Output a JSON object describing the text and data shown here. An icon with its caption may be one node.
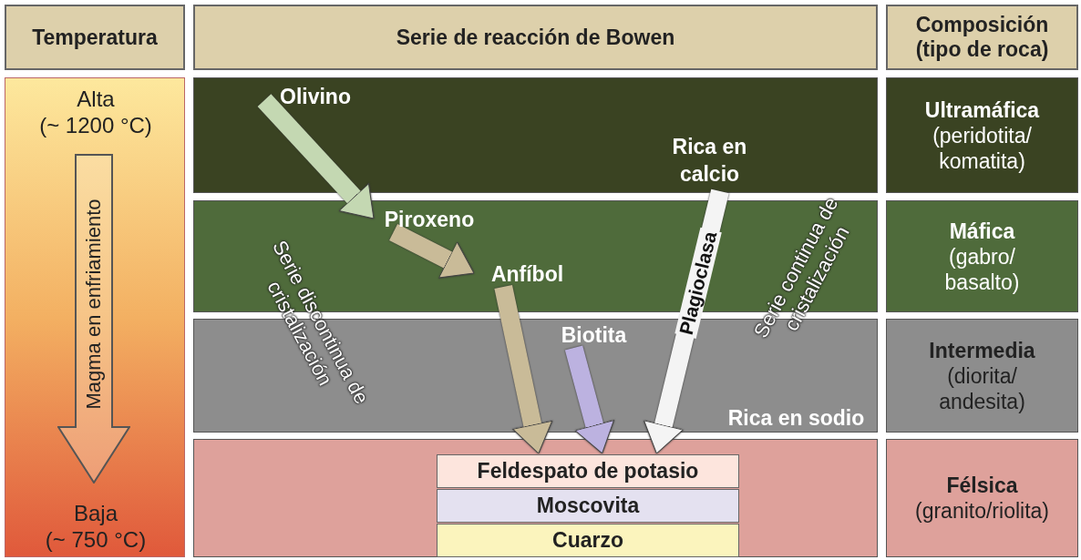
{
  "diagram": {
    "nodes": [
      {
        "text": [
          "Temperatura"
        ]
      },
      {
        "text": [
          "Serie de reacción de Bowen"
        ]
      },
      {
        "text": [
          "Composición (tipo de roca)"
        ]
      },
      {
        "text": [
          "Alta (~ 1200 °C)",
          "Baja (~ 750 °C)"
        ]
      },
      {
        "text": [
          "Magma en enfriamiento"
        ],
        "in": 3
      },
      {
        "text": [],
        "shape": "band"
      },
      {
        "text": [
          "Olivino"
        ],
        "in": 5
      },
      {
        "text": [
          "Rica en calcio"
        ],
        "in": 5
      },
      {
        "text": [
          "Ultramáfica",
          "(peridotita/ komatita)"
        ]
      },
      {
        "text": [],
        "shape": "band"
      },
      {
        "text": [
          "Piroxeno"
        ],
        "in": 9
      },
      {
        "text": [
          "Anfíbol"
        ],
        "in": 9
      },
      {
        "text": [
          "Máfica",
          "(gabro/ basalto)"
        ]
      },
      {
        "text": [],
        "shape": "band"
      },
      {
        "text": [
          "Biotita"
        ],
        "in": 13
      },
      {
        "text": [
          "Rica en sodio"
        ],
        "in": 13
      },
      {
        "text": [
          "Intermedia",
          "(diorita/ andesita)"
        ]
      },
      {
        "text": [],
        "shape": "band"
      },
      {
        "text": [
          "Feldespato de potasio"
        ],
        "in": 17
      },
      {
        "text": [
          "Moscovita"
        ],
        "in": 17
      },
      {
        "text": [
          "Cuarzo"
        ],
        "in": 17
      },
      {
        "text": [
          "Félsica",
          "(granito/riolita)"
        ]
      }
    ],
    "edges": [
      {
        "from": 6,
        "to": 10,
        "arrow": "to",
        "color": "#c4d8b2"
      },
      {
        "from": 10,
        "to": 11,
        "arrow": "to",
        "color": "#c9bb98"
      },
      {
        "from": 11,
        "to": 18,
        "arrow": "to",
        "color": "#c9bb98"
      },
      {
        "from": 14,
        "to": 18,
        "arrow": "to",
        "color": "#bcb2e0"
      },
      {
        "from": 7,
        "to": 18,
        "arrow": "to",
        "label": "Plagioclasa",
        "color": "#f4f4f4"
      }
    ],
    "labels": [
      "Serie discontinua de cristalización",
      "Serie continua de cristalización"
    ]
  }
}
